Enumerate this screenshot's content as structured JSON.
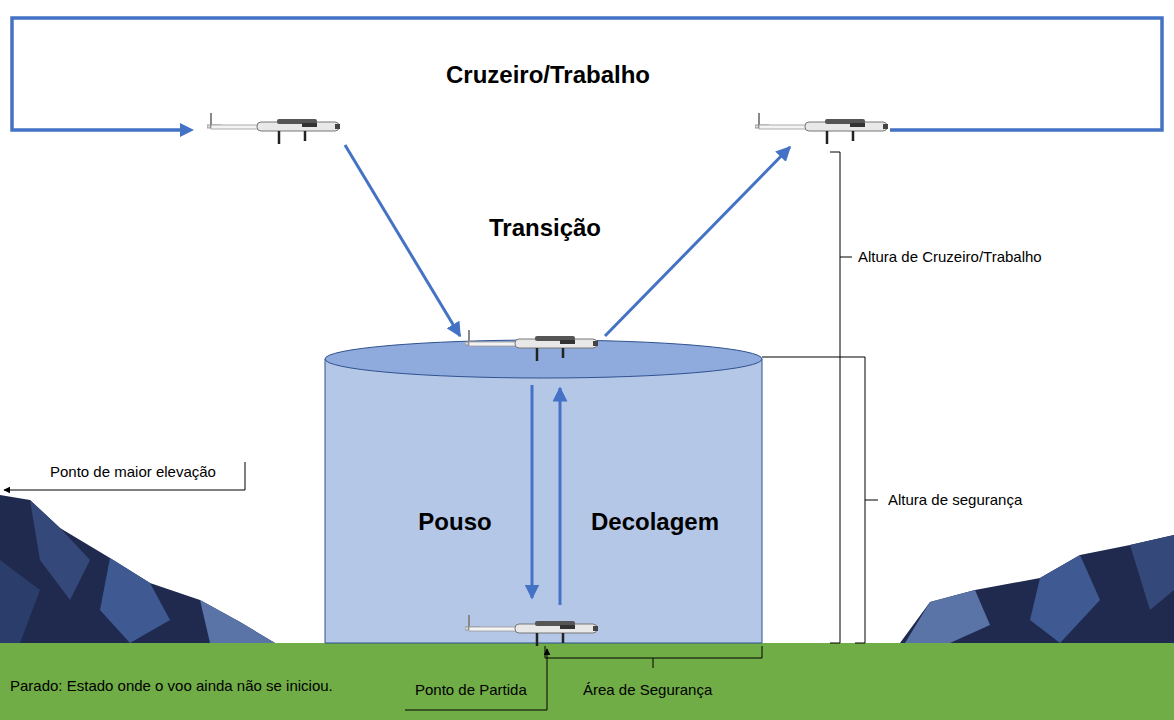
{
  "diagram": {
    "nodes": [
      {
        "text": [
          "Cruzeiro/Trabalho"
        ]
      },
      {
        "text": [
          "Pouso",
          "Decolagem"
        ]
      }
    ],
    "edges": [
      {
        "from": 0,
        "to": 1,
        "arrow": "to"
      },
      {
        "from": 1,
        "to": 0,
        "arrow": "to"
      }
    ],
    "labels": [
      "Transição",
      "Altura de Cruzeiro/Trabalho",
      "Ponto de maior elevação",
      "Altura de segurança",
      "Parado: Estado onde o voo ainda não se iniciou.",
      "Ponto de Partida",
      "Área de Segurança"
    ]
  }
}
